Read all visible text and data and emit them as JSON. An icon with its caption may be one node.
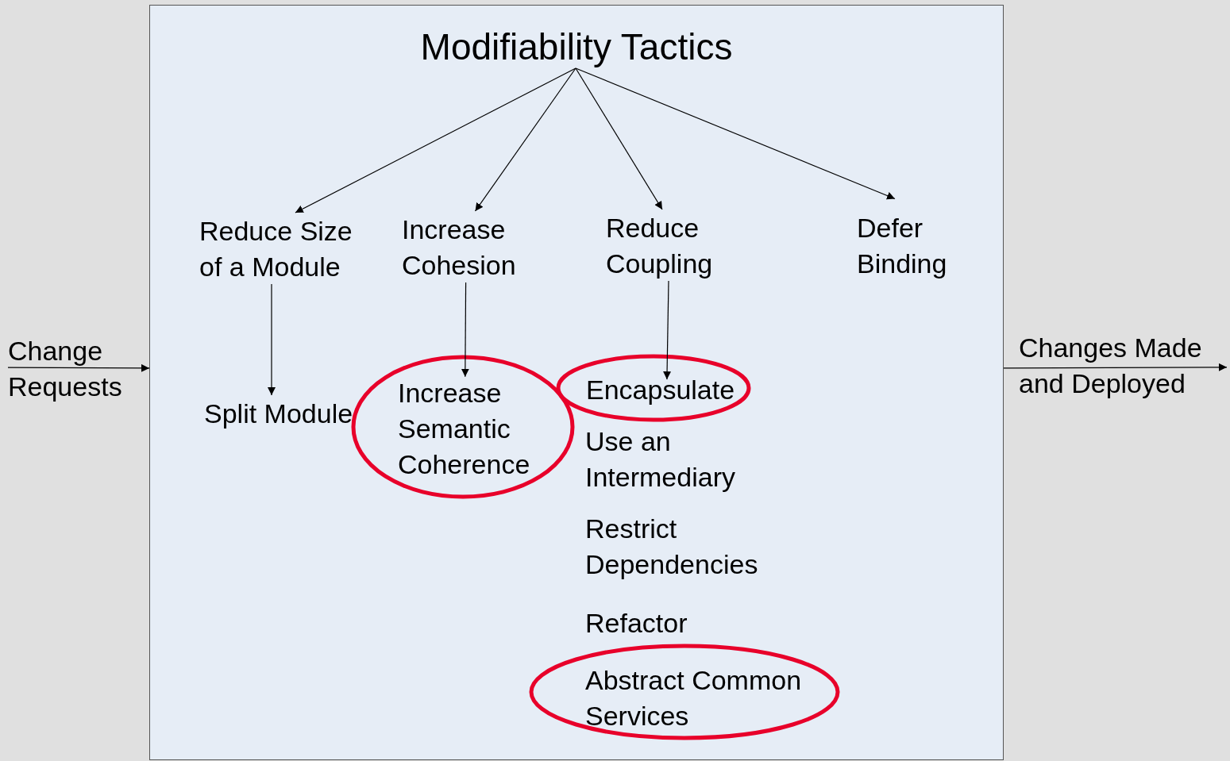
{
  "diagram": {
    "nodes": [
      {
        "text": [],
        "shape": "box"
      },
      {
        "text": [
          "Modifiability Tactics"
        ],
        "in": 0
      },
      {
        "text": [
          "Reduce Size of a Module"
        ],
        "in": 0
      },
      {
        "text": [
          "Increase Cohesion"
        ],
        "in": 0
      },
      {
        "text": [
          "Reduce Coupling"
        ],
        "in": 0
      },
      {
        "text": [
          "Defer Binding"
        ],
        "in": 0
      },
      {
        "text": [
          "Split Module"
        ],
        "in": 0
      },
      {
        "text": [
          "Increase Semantic Coherence"
        ],
        "in": 0
      },
      {
        "text": [
          "Encapsulate"
        ],
        "in": 0
      },
      {
        "text": [
          "Use an Intermediary"
        ],
        "in": 0
      },
      {
        "text": [
          "Restrict Dependencies"
        ],
        "in": 0
      },
      {
        "text": [
          "Refactor"
        ],
        "in": 0
      },
      {
        "text": [
          "Abstract Common Services"
        ],
        "in": 0
      },
      {
        "text": [
          "Change Requests"
        ]
      },
      {
        "text": [
          "Changes Made and Deployed"
        ]
      }
    ],
    "edges": [
      {
        "from": 1,
        "to": 2,
        "arrow": "to"
      },
      {
        "from": 1,
        "to": 3,
        "arrow": "to"
      },
      {
        "from": 1,
        "to": 4,
        "arrow": "to"
      },
      {
        "from": 1,
        "to": 5,
        "arrow": "to"
      },
      {
        "from": 2,
        "to": 6,
        "arrow": "to"
      },
      {
        "from": 3,
        "to": 7,
        "arrow": "to"
      },
      {
        "from": 4,
        "to": 8,
        "arrow": "to"
      },
      {
        "from": 13,
        "to": 0,
        "arrow": "to"
      },
      {
        "from": 0,
        "to": 14,
        "arrow": "to"
      }
    ]
  }
}
